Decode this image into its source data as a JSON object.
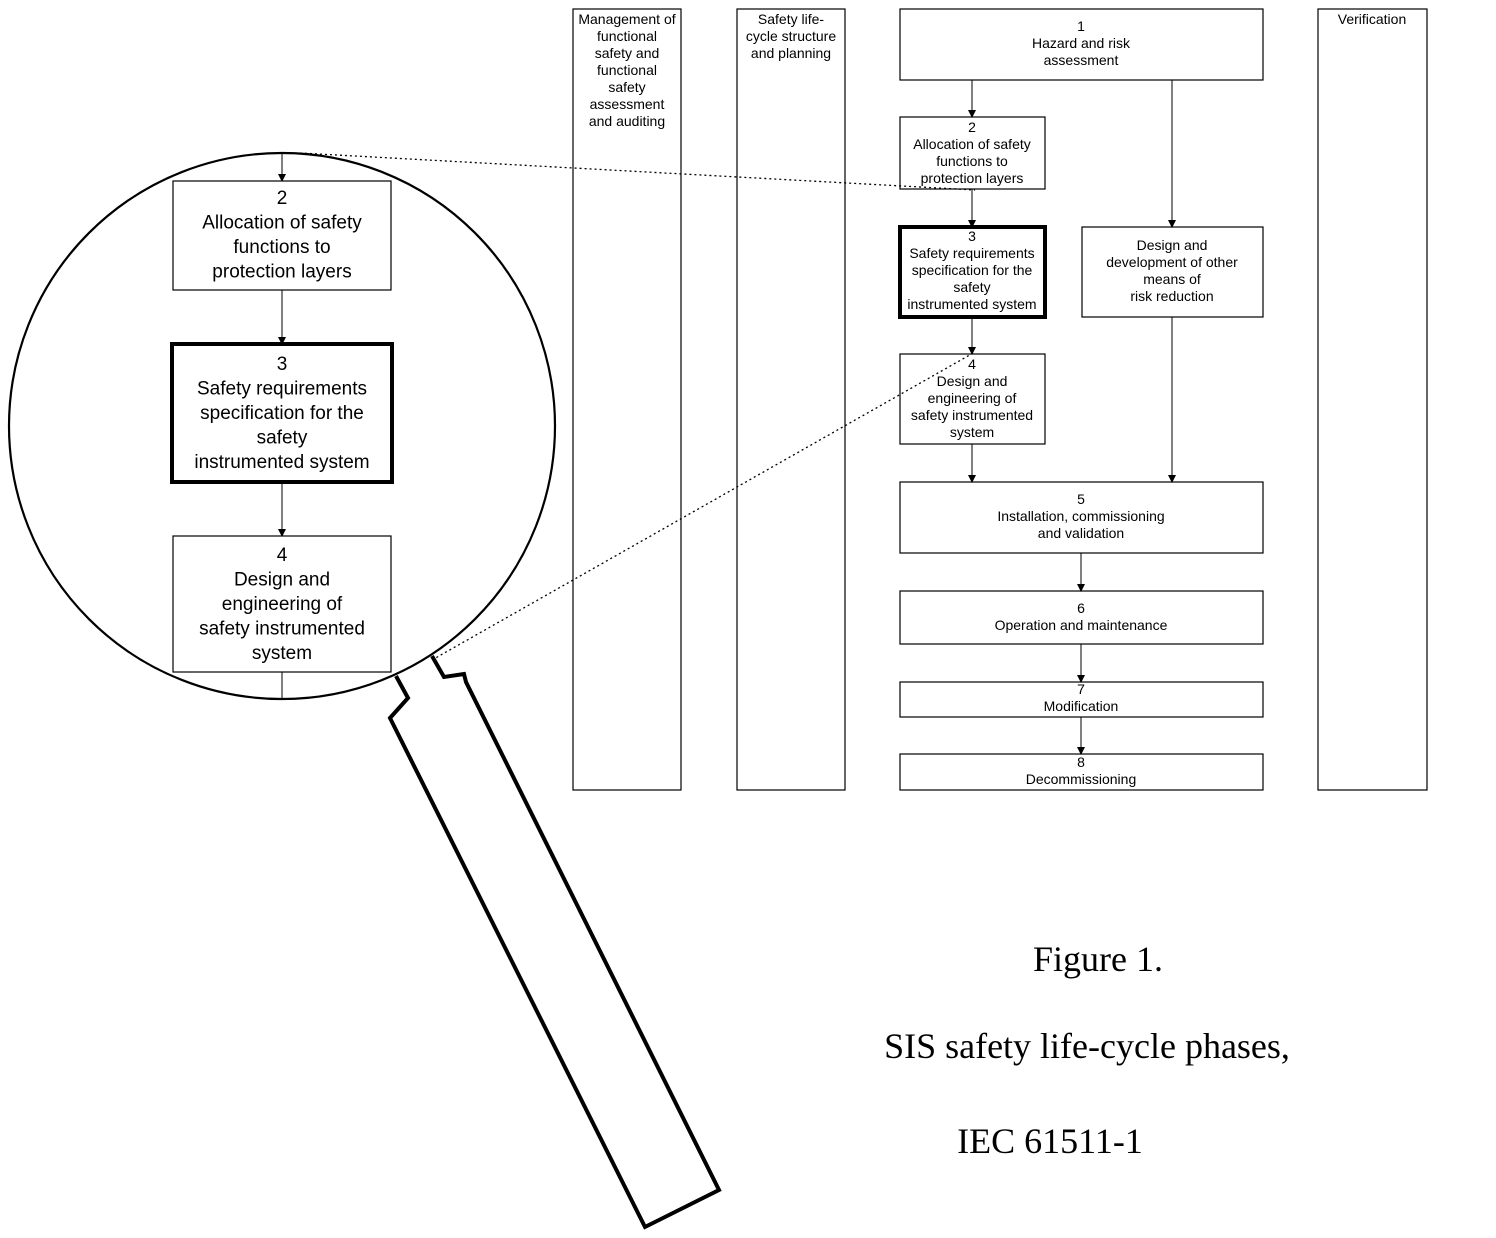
{
  "columns": {
    "management": [
      "Management of",
      "functional",
      "safety and",
      "functional",
      "safety",
      "assessment",
      "and auditing"
    ],
    "structure": [
      "Safety  life-",
      "cycle structure",
      "and planning"
    ],
    "verification": [
      "Verification"
    ]
  },
  "phases": {
    "p1": [
      "1",
      "Hazard and risk",
      "assessment"
    ],
    "p2": [
      "2",
      "Allocation of safety",
      "functions to",
      "protection layers"
    ],
    "p3": [
      "3",
      "Safety requirements",
      "specification for the",
      "safety",
      "instrumented system"
    ],
    "p4": [
      "4",
      "Design and",
      "engineering of",
      "safety instrumented",
      "system"
    ],
    "other": [
      "Design and",
      "development of other",
      "means of",
      "risk reduction"
    ],
    "p5": [
      "5",
      "Installation, commissioning",
      "and validation"
    ],
    "p6": [
      "6",
      "Operation and maintenance"
    ],
    "p7": [
      "7",
      "Modification"
    ],
    "p8": [
      "8",
      "Decommissioning"
    ]
  },
  "caption": {
    "figure": "Figure 1.",
    "title": "SIS safety life-cycle phases,",
    "standard": "IEC 61511-1"
  },
  "icons": [
    "magnifier-icon"
  ]
}
